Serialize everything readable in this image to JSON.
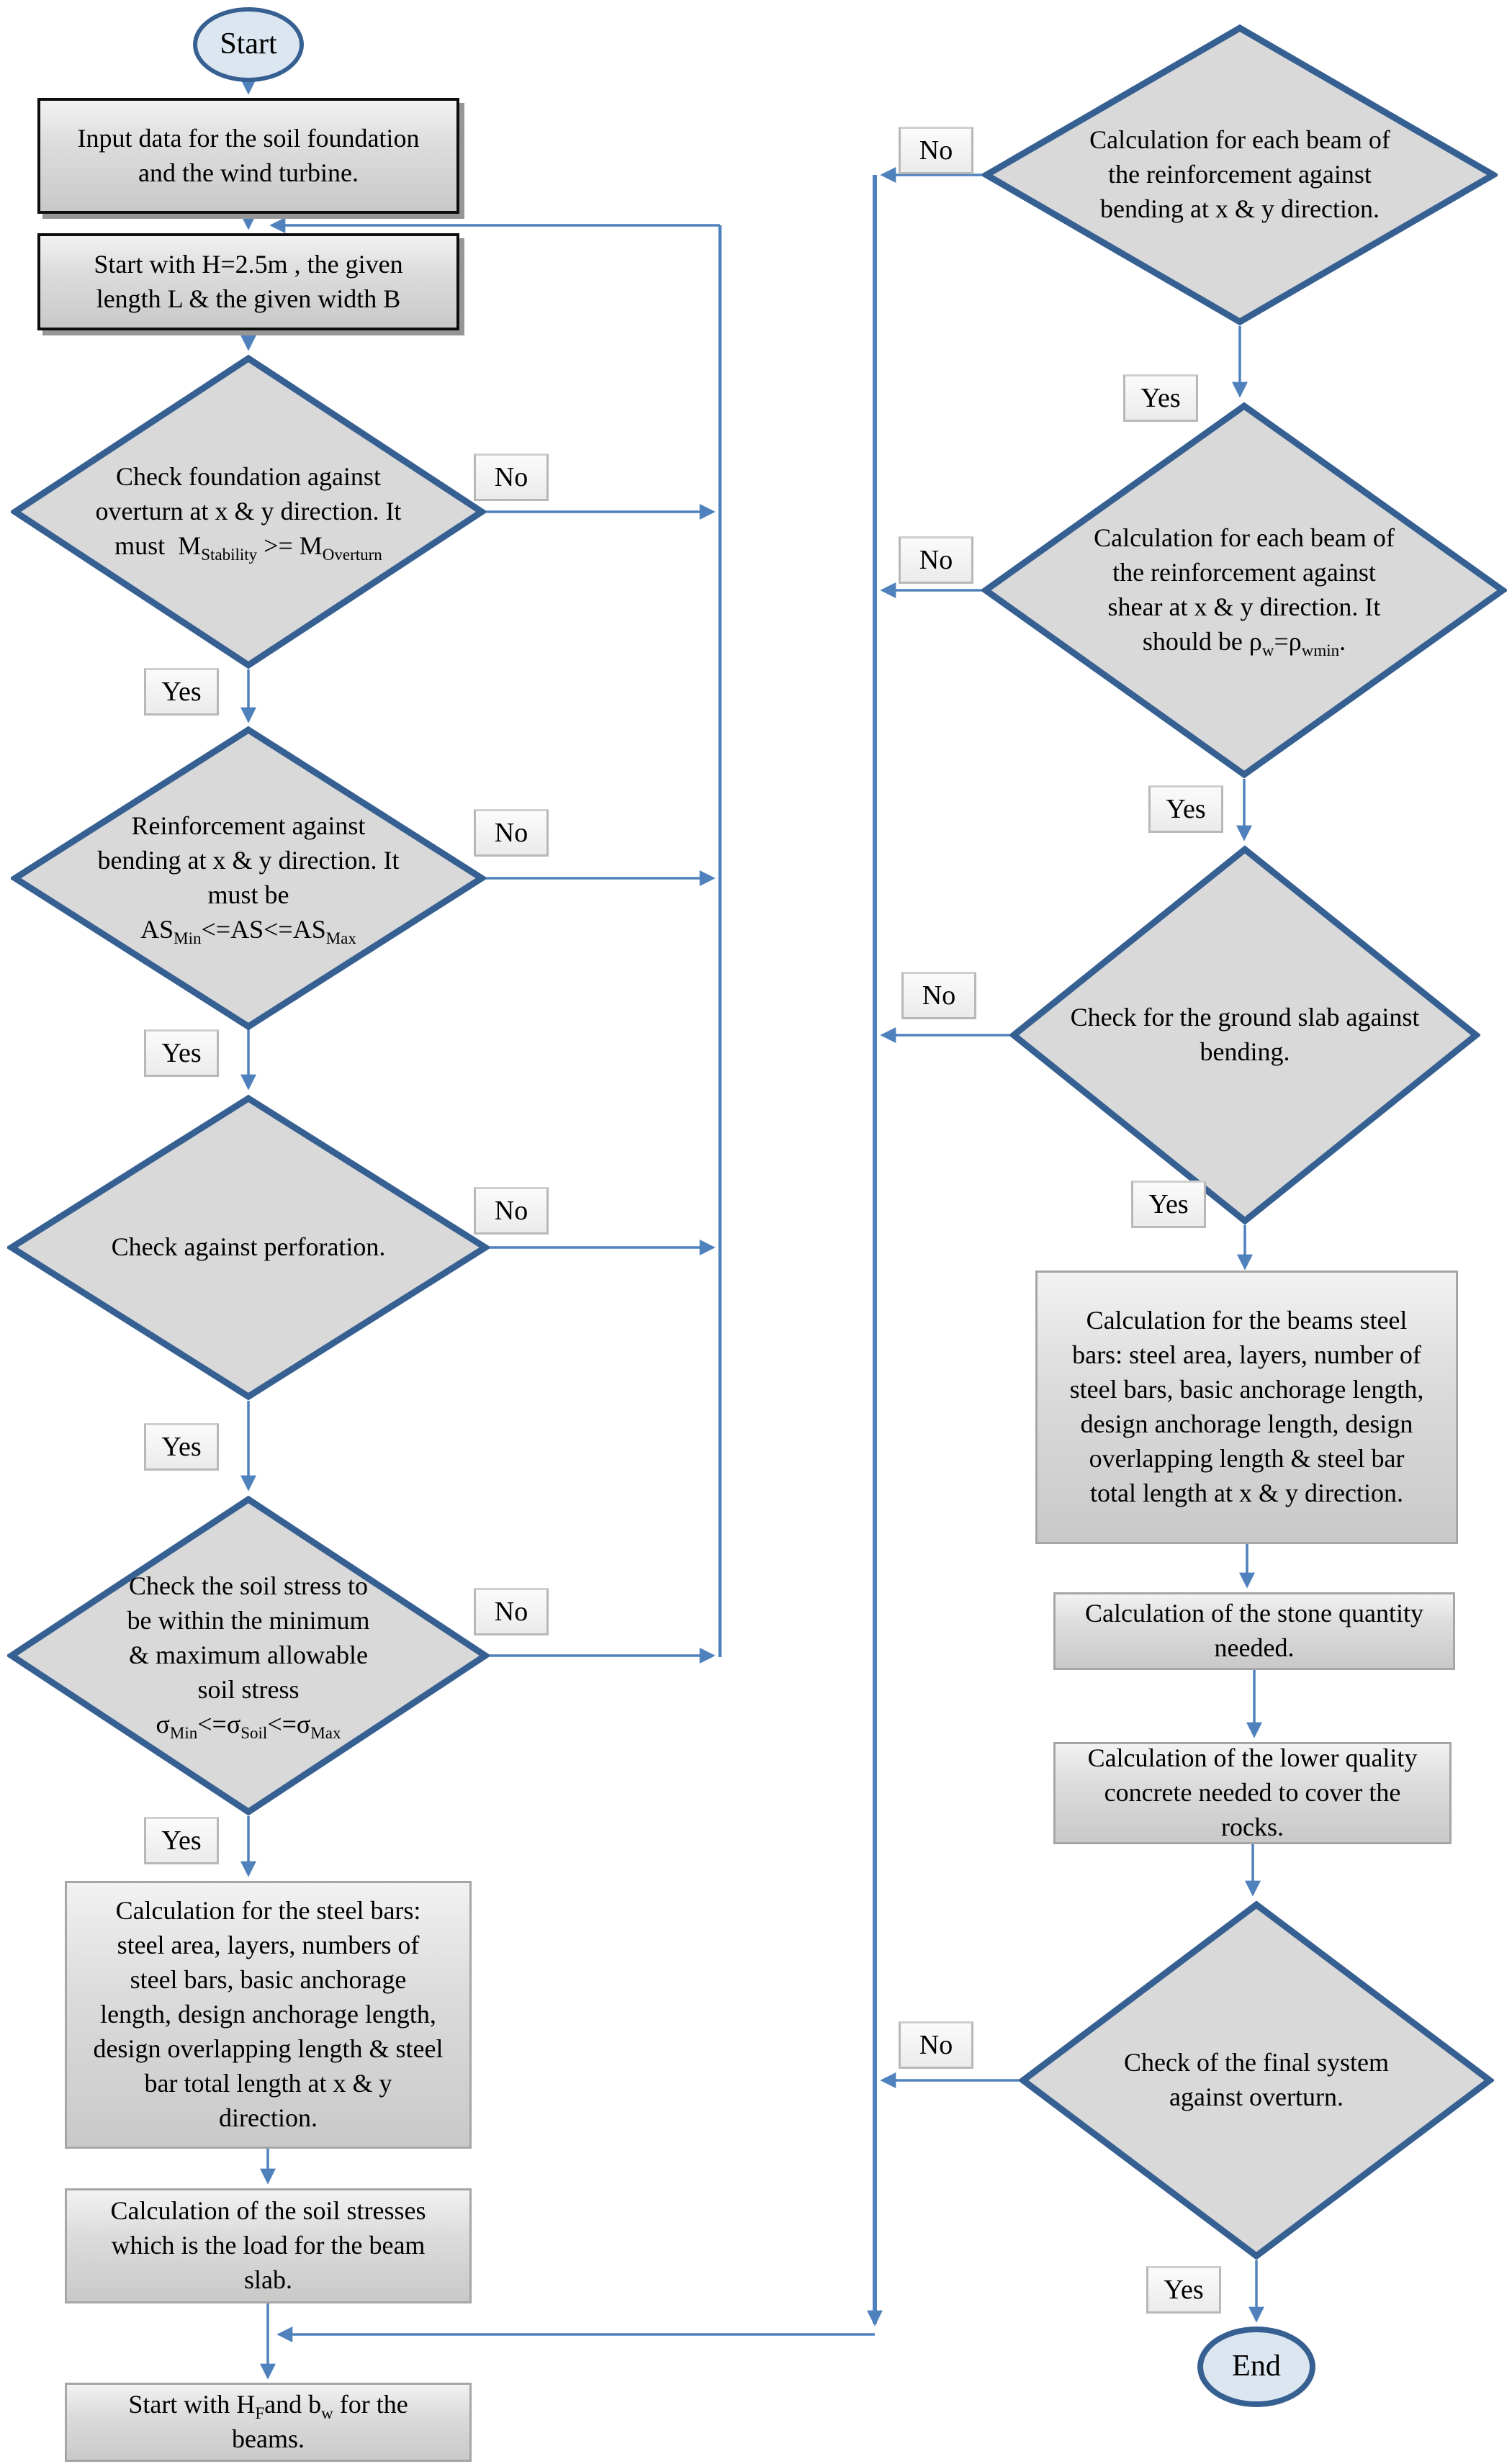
{
  "labels": {
    "yes": "Yes",
    "no": "No"
  },
  "colors": {
    "arrow": "#4f81bd",
    "shape_border": "#376092",
    "shape_fill": "#d9d9d9",
    "terminator_fill": "#dce6f1"
  },
  "nodes": {
    "start": {
      "label": "Start"
    },
    "input_data": {
      "lines": [
        "Input data for the soil foundation",
        "and the wind turbine."
      ]
    },
    "start_dimensions": {
      "lines": [
        "Start with H=2.5m , the given",
        "length L & the given width B"
      ]
    },
    "check_overturn": {
      "lines": [
        "Check foundation against",
        "overturn at x & y direction. It"
      ],
      "formula": {
        "p1": "must  M",
        "s1": "Stability",
        "p2": " >= M",
        "s2": "Overturn"
      }
    },
    "reinforcement_bending": {
      "lines": [
        "Reinforcement against",
        "bending at x & y direction. It",
        "must be"
      ],
      "formula": {
        "p1": "AS",
        "s1": "Min",
        "p2": "<=AS<=AS",
        "s2": "Max"
      }
    },
    "check_perforation": {
      "lines": [
        "Check against perforation."
      ]
    },
    "check_soil_stress": {
      "lines": [
        "Check the soil stress to",
        "be within the minimum",
        "& maximum allowable",
        "soil stress"
      ],
      "formula": {
        "p1": "σ",
        "s1": "Min",
        "p2": "<=σ",
        "s2": "Soil",
        "p3": "<=σ",
        "s3": "Max"
      }
    },
    "steel_bars_calc": {
      "lines": [
        "Calculation for the steel bars:",
        "steel area, layers, numbers of",
        "steel bars, basic anchorage",
        "length, design anchorage length,",
        "design overlapping length & steel",
        "bar total length at x & y",
        "direction."
      ]
    },
    "soil_stresses_calc": {
      "lines": [
        "Calculation of the soil stresses",
        "which is the load for the beam",
        "slab."
      ]
    },
    "start_beams": {
      "line1": {
        "p1": "Start with H",
        "s1": "F",
        "p2": "and b",
        "s2": "w",
        "p3": " for the"
      },
      "line2": "beams."
    },
    "beam_bending_calc": {
      "lines": [
        "Calculation for each beam of",
        "the reinforcement against",
        "bending at x & y direction."
      ]
    },
    "beam_shear_calc": {
      "lines": [
        "Calculation for each beam of",
        "the reinforcement against",
        "shear at x & y direction. It"
      ],
      "formula": {
        "p1": "should be ρ",
        "s1": "w",
        "p2": "=ρ",
        "s2": "wmin",
        "p3": "."
      }
    },
    "ground_slab_check": {
      "lines": [
        "Check for the ground slab against",
        "bending."
      ]
    },
    "beams_steel_bars_calc": {
      "lines": [
        "Calculation for the beams steel",
        "bars: steel area, layers, number of",
        "steel bars, basic anchorage length,",
        "design anchorage length, design",
        "overlapping length & steel bar",
        "total length at x & y direction."
      ]
    },
    "stone_quantity_calc": {
      "lines": [
        "Calculation of the stone quantity",
        "needed."
      ]
    },
    "concrete_calc": {
      "lines": [
        "Calculation of the lower quality",
        "concrete needed to cover the",
        "rocks."
      ]
    },
    "final_overturn_check": {
      "lines": [
        "Check of the final system",
        "against overturn."
      ]
    },
    "end": {
      "label": "End"
    }
  }
}
